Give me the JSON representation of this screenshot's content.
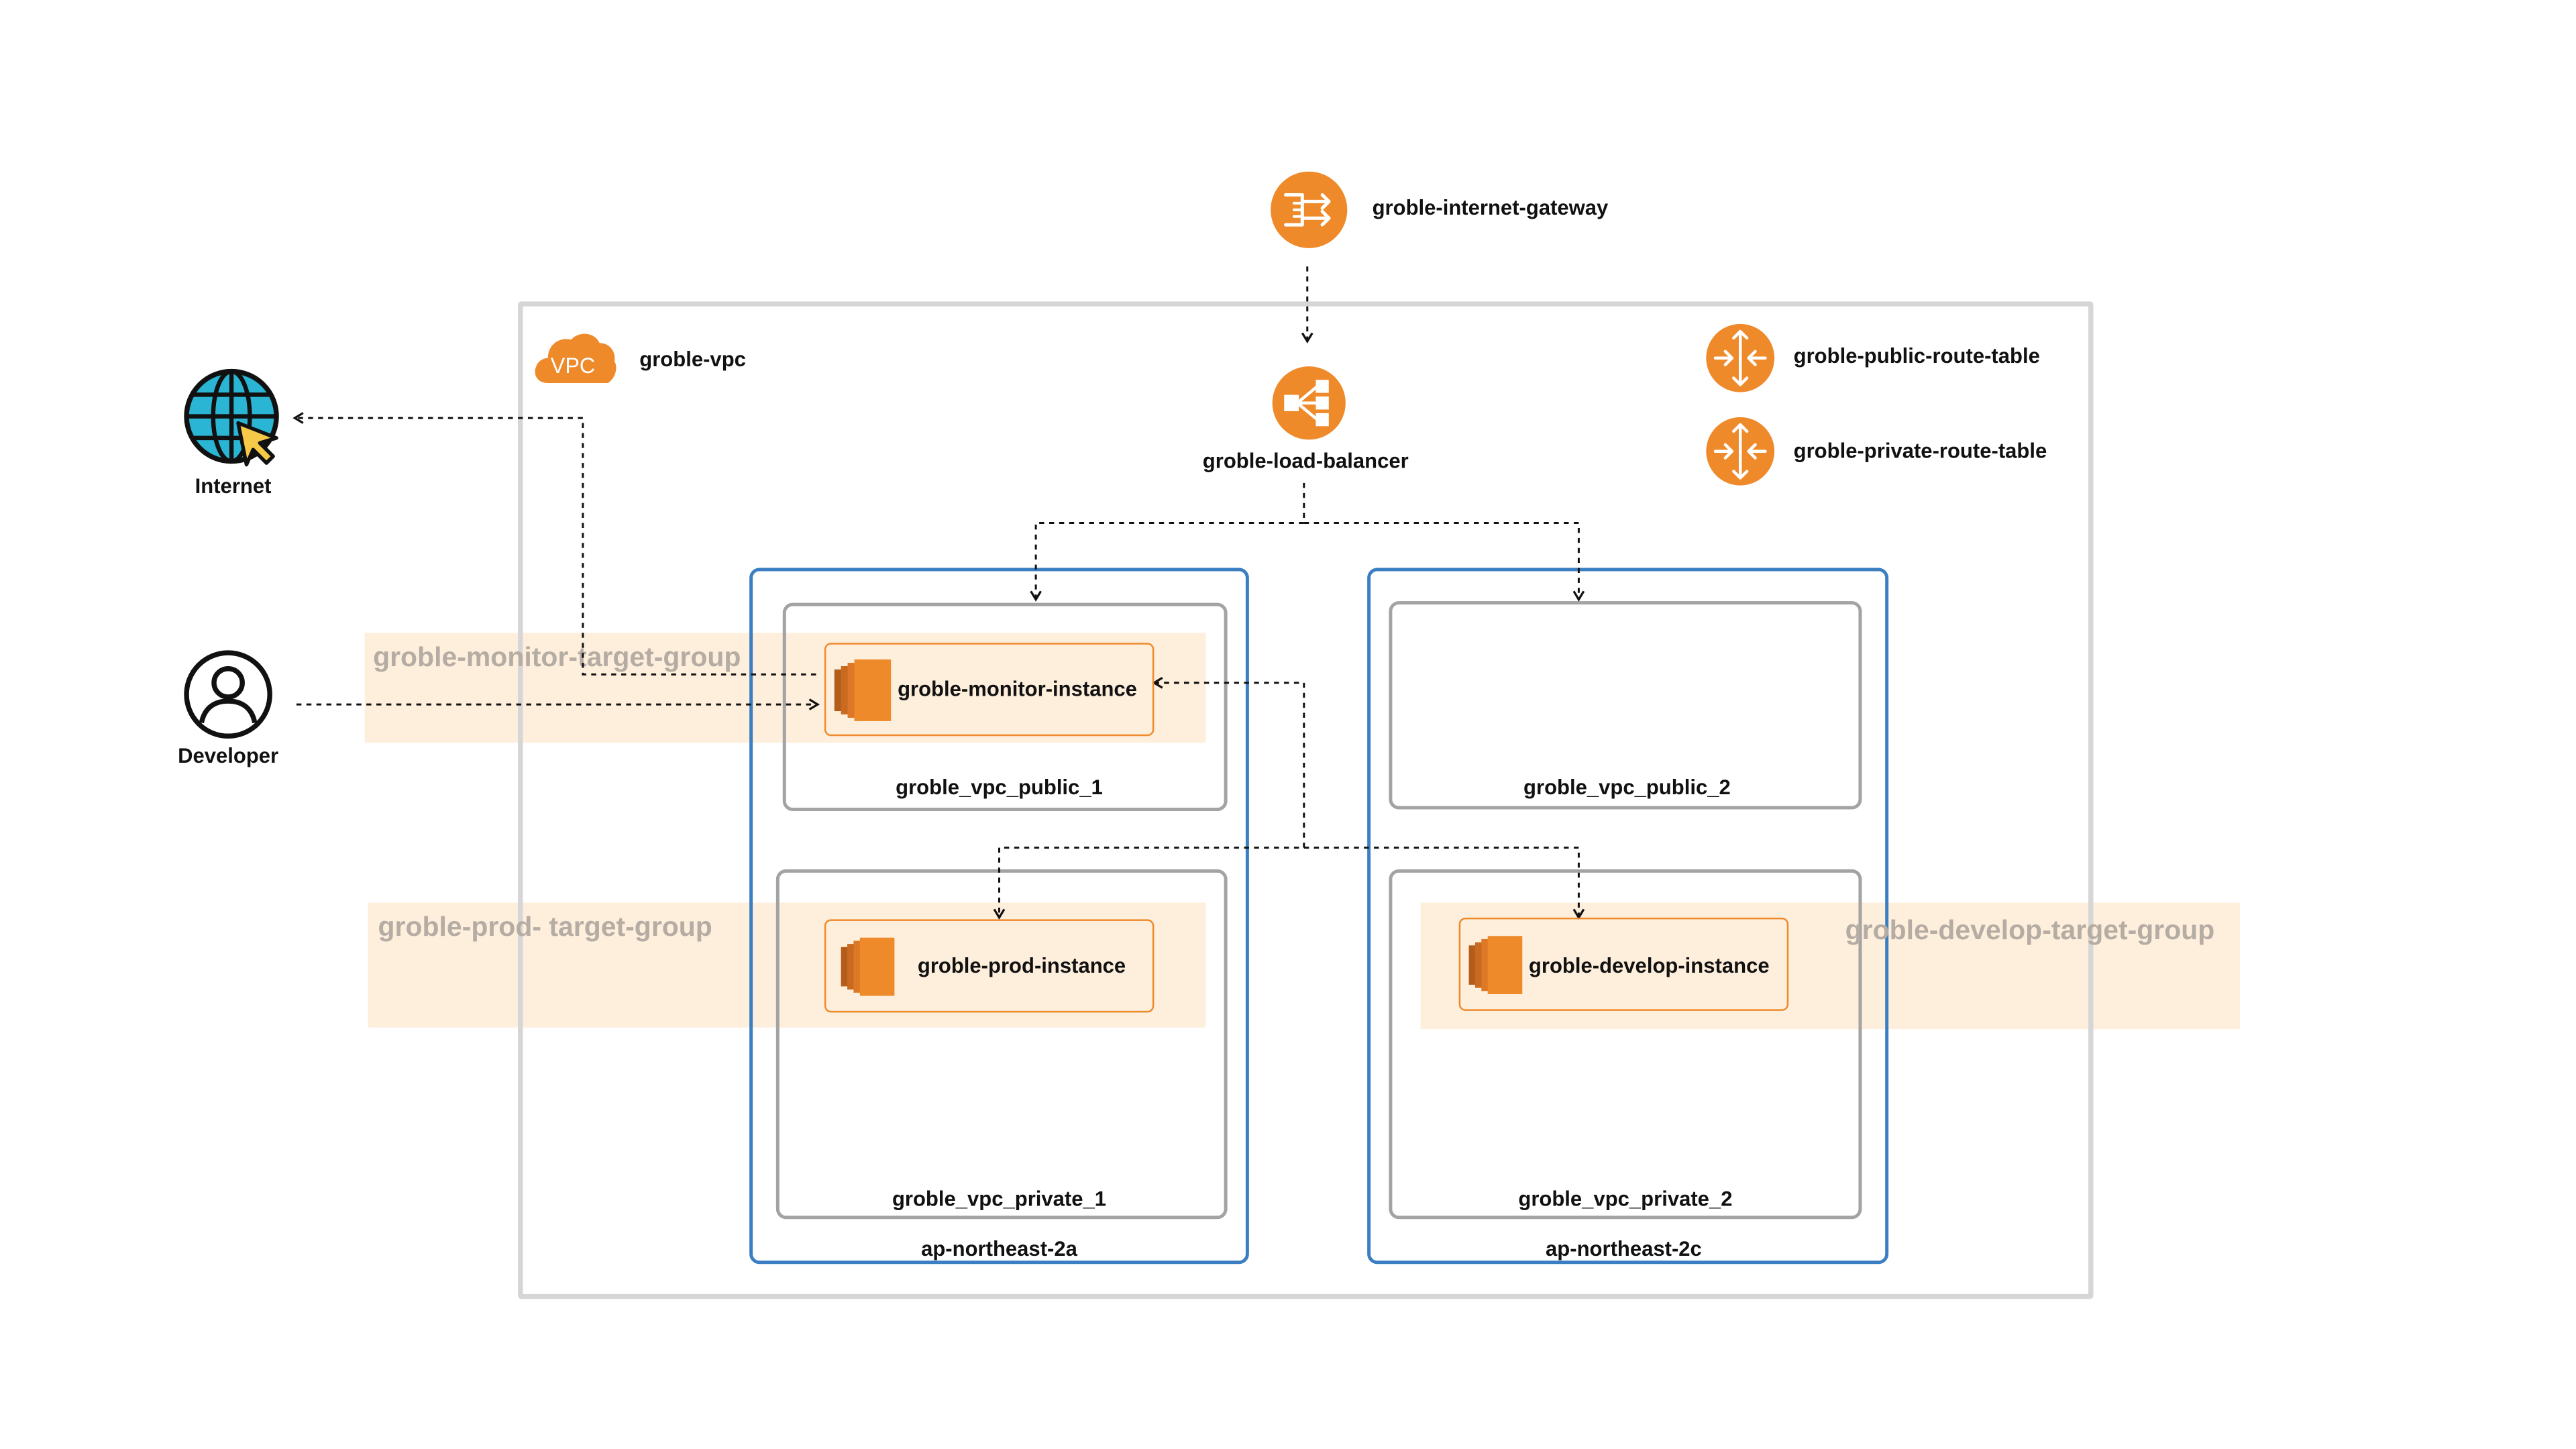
{
  "colors": {
    "aws_orange": "#ef8a2b",
    "az_border": "#3b7fc2",
    "subnet_border": "#a3a3a3",
    "vpc_border": "#d6d6d6",
    "target_group_fill": "#fde2c4",
    "target_group_text": "#b5aca4",
    "globe_fill": "#2ab5d4",
    "cursor_fill": "#f7c948"
  },
  "internet_gateway": {
    "label": "groble-internet-gateway",
    "icon": "internet-gateway-icon"
  },
  "vpc": {
    "label": "groble-vpc",
    "icon_text": "VPC"
  },
  "load_balancer": {
    "label": "groble-load-balancer",
    "icon": "load-balancer-icon"
  },
  "route_tables": [
    {
      "label": "groble-public-route-table",
      "icon": "router-icon"
    },
    {
      "label": "groble-private-route-table",
      "icon": "router-icon"
    }
  ],
  "external": {
    "internet": {
      "label": "Internet",
      "icon": "globe-cursor-icon"
    },
    "developer": {
      "label": "Developer",
      "icon": "user-icon"
    }
  },
  "availability_zones": [
    {
      "label": "ap-northeast-2a"
    },
    {
      "label": "ap-northeast-2c"
    }
  ],
  "subnets": {
    "public_1": "groble_vpc_public_1",
    "public_2": "groble_vpc_public_2",
    "private_1": "groble_vpc_private_1",
    "private_2": "groble_vpc_private_2"
  },
  "target_groups": {
    "monitor": "groble-monitor-target-group",
    "prod": "groble-prod- target-group",
    "develop": "groble-develop-target-group"
  },
  "instances": {
    "monitor": {
      "label": "groble-monitor-instance",
      "icon": "ec2-instance-icon"
    },
    "prod": {
      "label": "groble-prod-instance",
      "icon": "ec2-instance-icon"
    },
    "develop": {
      "label": "groble-develop-instance",
      "icon": "ec2-instance-icon"
    }
  }
}
